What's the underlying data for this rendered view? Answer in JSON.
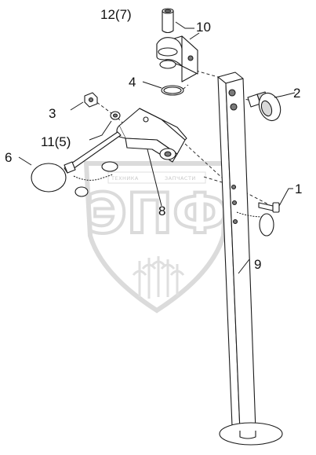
{
  "watermark": {
    "brand": "ЭПФ",
    "top_left_text": "ТЕХНИКА",
    "top_right_text": "ЗАПЧАСТИ",
    "color": "#d8d8d8"
  },
  "callouts": [
    {
      "id": "1",
      "label": "1"
    },
    {
      "id": "2",
      "label": "2"
    },
    {
      "id": "3",
      "label": "3"
    },
    {
      "id": "4",
      "label": "4"
    },
    {
      "id": "6",
      "label": "6"
    },
    {
      "id": "8",
      "label": "8"
    },
    {
      "id": "9",
      "label": "9"
    },
    {
      "id": "10",
      "label": "10"
    },
    {
      "id": "11",
      "label": "11(5)"
    },
    {
      "id": "12",
      "label": "12(7)"
    }
  ]
}
